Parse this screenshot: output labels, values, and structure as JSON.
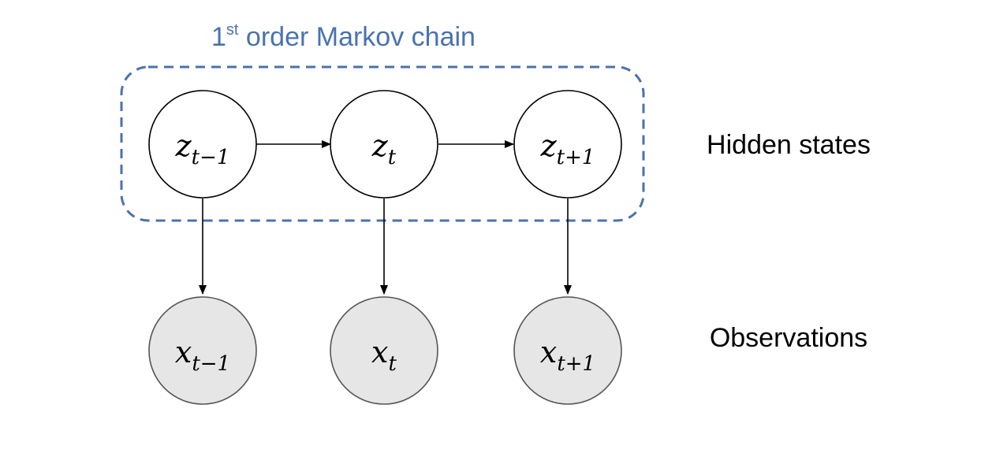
{
  "group": {
    "title_base": "1",
    "title_sup": "st",
    "title_rest": " order Markov chain",
    "color": "#4a72b0"
  },
  "row_labels": {
    "hidden": "Hidden states",
    "observed": "Observations"
  },
  "hidden_nodes": [
    {
      "var": "z",
      "sub": "t−1"
    },
    {
      "var": "z",
      "sub": "t"
    },
    {
      "var": "z",
      "sub": "t+1"
    }
  ],
  "observed_nodes": [
    {
      "var": "x",
      "sub": "t−1"
    },
    {
      "var": "x",
      "sub": "t"
    },
    {
      "var": "x",
      "sub": "t+1"
    }
  ],
  "colors": {
    "hidden_fill": "#ffffff",
    "observed_fill": "#e6e6e6",
    "stroke": "#000000",
    "observed_stroke": "#555555"
  }
}
